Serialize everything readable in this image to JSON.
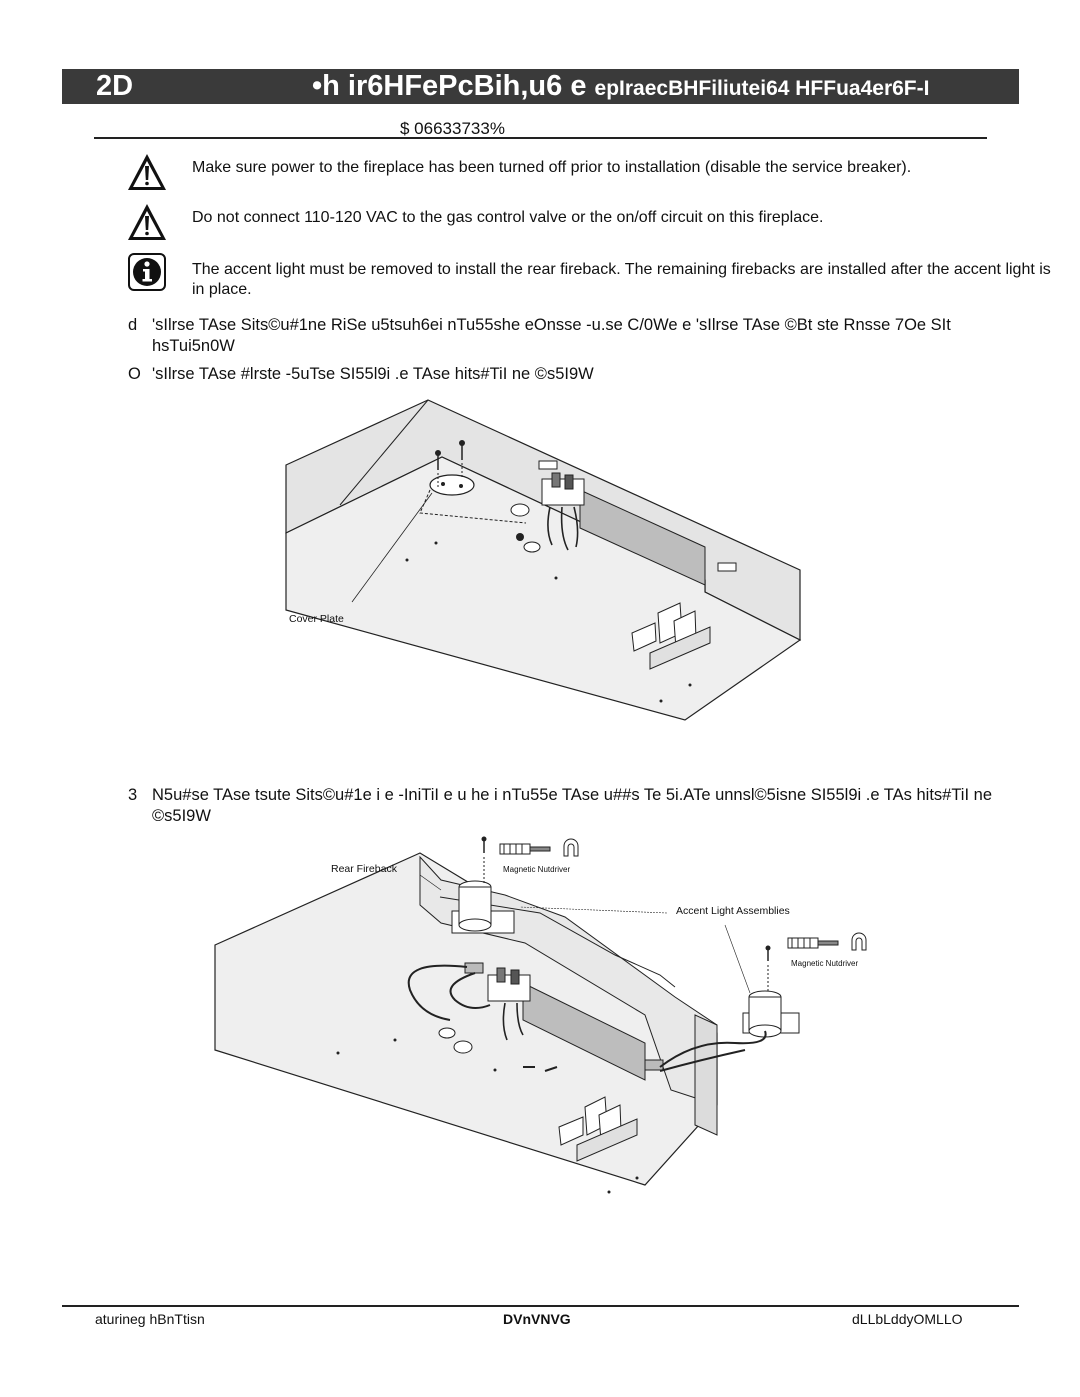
{
  "header": {
    "section_number": "2D",
    "title_main": "•h ir6HFePcBih,u6 e",
    "title_sub": "epIraecBHFiliutei64 HFFua4er6F-I"
  },
  "subheading": "$ 06633733%",
  "notices": [
    {
      "icon": "warning-triangle-icon",
      "text": "Make sure power to the fireplace has been turned off prior to installation (disable the service breaker)."
    },
    {
      "icon": "warning-triangle-icon",
      "text": "Do not connect 110-120 VAC to the gas control valve or the on/off circuit on this fireplace."
    },
    {
      "icon": "info-icon",
      "text": "The accent light must be removed to install the rear fireback.  The remaining firebacks are installed after the accent light is in place."
    }
  ],
  "steps": [
    {
      "number": "d",
      "text": "'sIlrse TAse Sits©u#1ne RiSe u5tsuh6ei nTu55she eOnsse -u.se C/0We e 'sIlrse TAse ©Bt ste Rnsse 7Oe SIt hsTui5n0W"
    },
    {
      "number": "O",
      "text": "'sIlrse TAse #lrste -5uTse SI55l9i .e TAse hits#TiI ne ©s5I9W"
    },
    {
      "number": "3",
      "text": "N5u#se TAse tsute Sits©u#1e i e -IniTiI e u he i nTu55e TAse u##s Te 5i.ATe unnsl©5isne SI55l9i .e TAs hits#TiI ne ©s5I9W"
    }
  ],
  "figure1": {
    "labels": {
      "cover_plate": "Cover Plate"
    }
  },
  "figure2": {
    "labels": {
      "rear_fireback": "Rear Fireback",
      "magnetic_nutdriver_1": "Magnetic Nutdriver",
      "accent_light_assemblies": "Accent Light Assemblies",
      "magnetic_nutdriver_2": "Magnetic Nutdriver"
    }
  },
  "footer": {
    "left": "aturineg hBnTtisn",
    "center": "DVnVNVG",
    "right": "dLLbLddyOMLLO"
  }
}
